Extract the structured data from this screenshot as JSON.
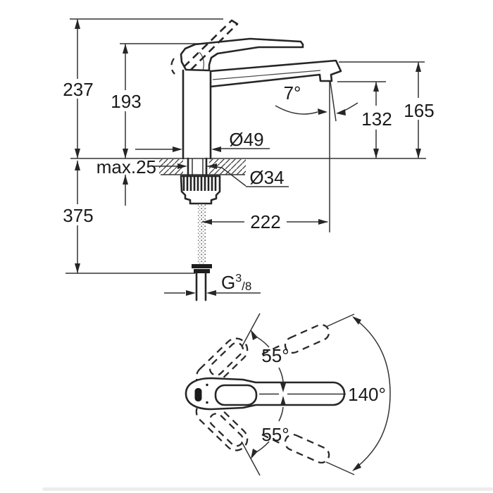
{
  "drawing": {
    "colors": {
      "line": "#262626",
      "dim_line": "#333333",
      "text": "#1a1a1a",
      "background": "#ffffff"
    },
    "side_view": {
      "overall_height": "237",
      "lever_height": "193",
      "deck_thickness": "max.25",
      "under_deck_length": "375",
      "body_diameter": "Ø49",
      "mount_hole_diameter": "Ø34",
      "spout_reach": "222",
      "outlet_angle": "7°",
      "outlet_height": "132",
      "spout_top_height": "165",
      "thread_g": "G",
      "thread_num": "3",
      "thread_den": "/8"
    },
    "top_view": {
      "swivel_upper": "55°",
      "swivel_lower": "55°",
      "swivel_total": "140°"
    }
  }
}
